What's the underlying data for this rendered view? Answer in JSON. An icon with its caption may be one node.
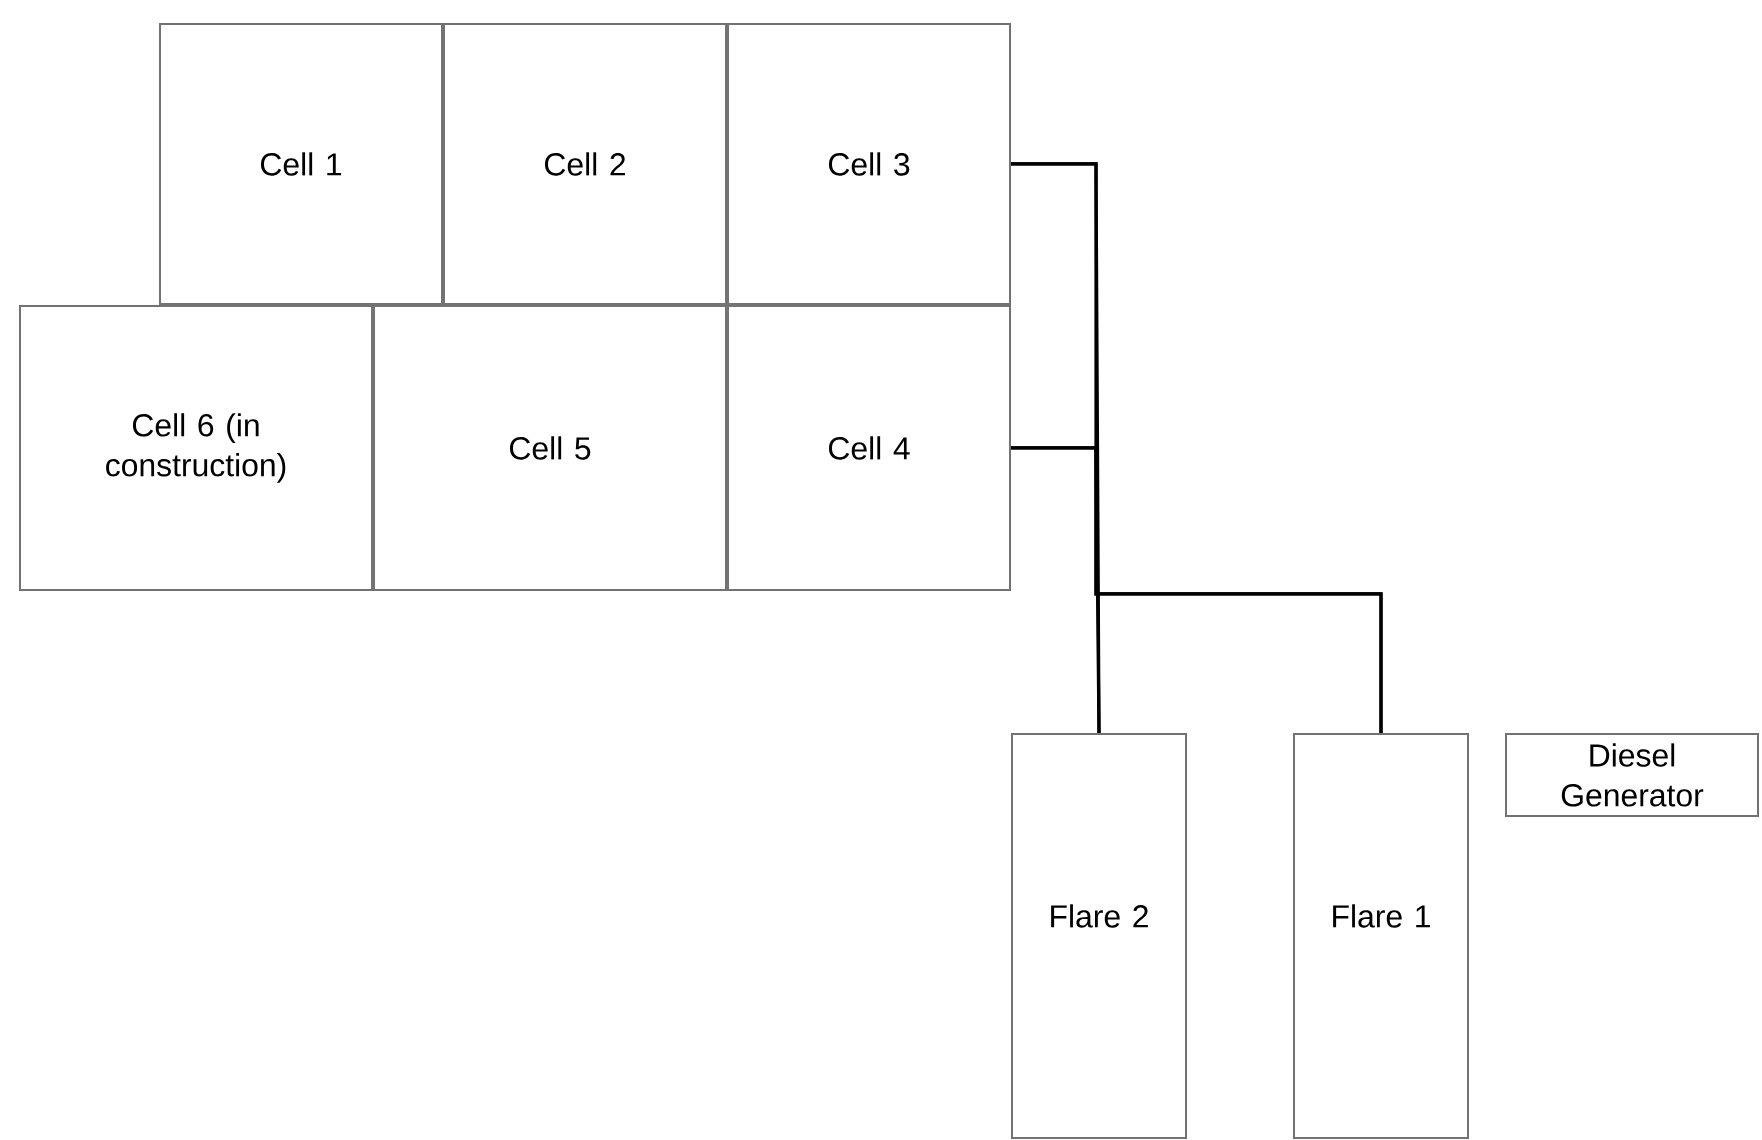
{
  "diagram": {
    "nodes": [
      {
        "text": [
          "Cell 1"
        ]
      },
      {
        "text": [
          "Cell 2"
        ]
      },
      {
        "text": [
          "Cell 3"
        ]
      },
      {
        "text": [
          "Cell 6 (in construction)"
        ]
      },
      {
        "text": [
          "Cell 5"
        ]
      },
      {
        "text": [
          "Cell 4"
        ]
      },
      {
        "text": [
          "Flare 2"
        ]
      },
      {
        "text": [
          "Flare 1"
        ]
      },
      {
        "text": [
          "Diesel Generator"
        ]
      }
    ],
    "edges": [
      {
        "from": 2,
        "to": 6,
        "arrow": "none"
      },
      {
        "from": 2,
        "to": 7,
        "arrow": "none"
      },
      {
        "from": 5,
        "to": 6,
        "arrow": "none"
      },
      {
        "from": 5,
        "to": 7,
        "arrow": "none"
      }
    ]
  }
}
